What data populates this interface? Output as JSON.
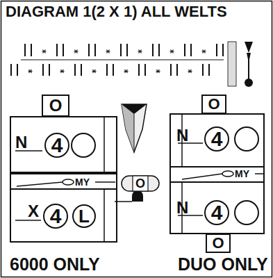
{
  "diagram": {
    "title": "DIAGRAM 1(2 X 1) ALL WELTS",
    "nodes": [
      {
        "text": [
          "O"
        ]
      },
      {
        "text": [
          "O"
        ]
      },
      {
        "text": [
          "4"
        ]
      },
      {
        "text": [
          "4"
        ]
      },
      {
        "text": [
          "O"
        ]
      },
      {
        "text": [
          "4"
        ]
      },
      {
        "text": [
          "L"
        ]
      },
      {
        "text": [
          "4"
        ]
      },
      {
        "text": [
          "O"
        ]
      }
    ],
    "labels": [
      "N",
      "N",
      "MY",
      "MY",
      "X",
      "N",
      "6000 ONLY",
      "DUO ONLY"
    ]
  }
}
